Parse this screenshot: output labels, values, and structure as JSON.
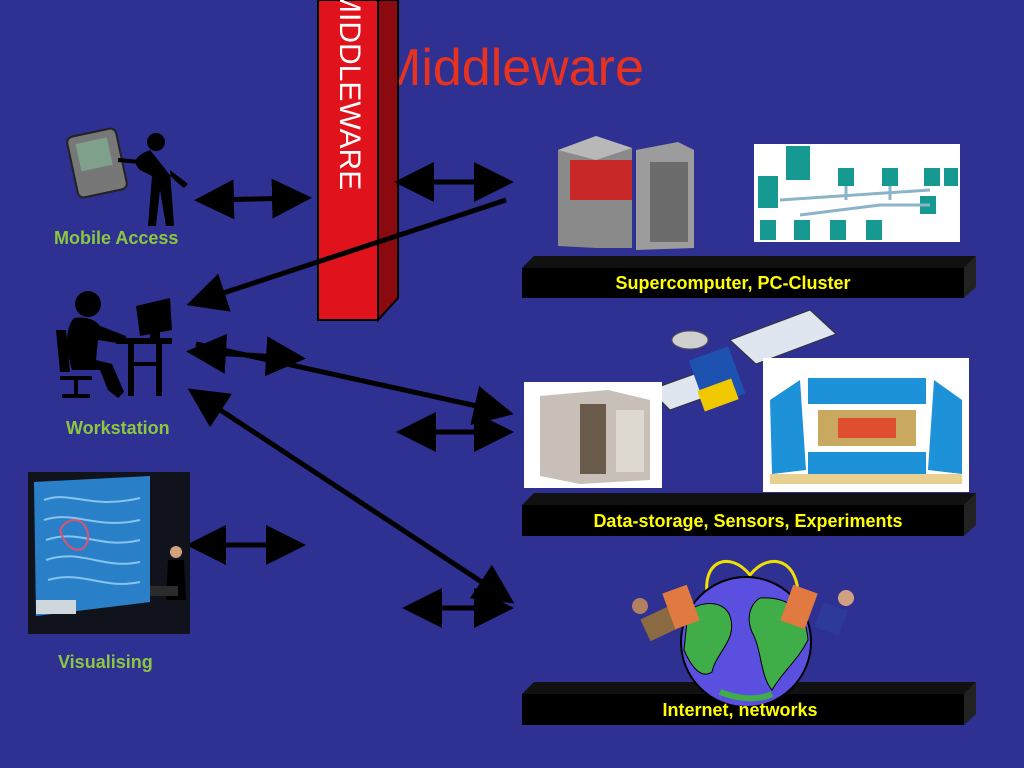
{
  "slide": {
    "title": "Middleware",
    "middleware_label": "MIDDLEWARE"
  },
  "clients": {
    "mobile": "Mobile Access",
    "workstation": "Workstation",
    "visualising": "Visualising"
  },
  "resources": {
    "supercomputer": "Supercomputer, PC-Cluster",
    "storage": "Data-storage, Sensors, Experiments",
    "internet": "Internet, networks"
  },
  "colors": {
    "background": "#2e3192",
    "title": "#e8321e",
    "middleware_bar": "#e0121c",
    "client_label": "#8dc63f",
    "plate_text": "#ffff00",
    "plate": "#000000"
  }
}
